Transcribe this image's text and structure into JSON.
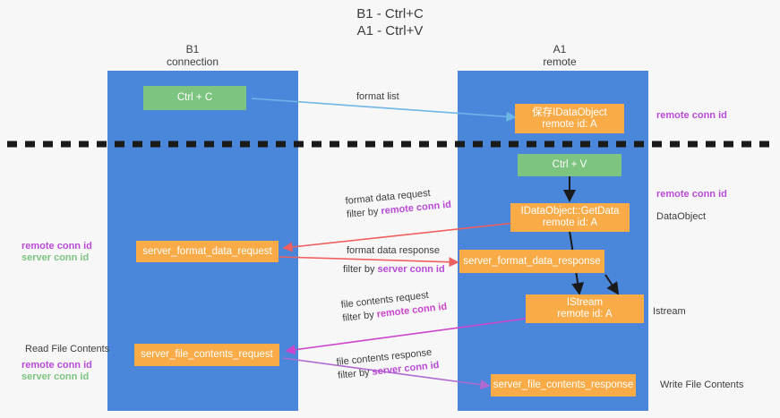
{
  "title": {
    "line1": "B1 - Ctrl+C",
    "line2": "A1 - Ctrl+V"
  },
  "columns": [
    {
      "name": "B1",
      "sub": "connection"
    },
    {
      "name": "A1",
      "sub": "remote"
    }
  ],
  "nodes": {
    "ctrl_c": "Ctrl + C",
    "ctrl_v": "Ctrl + V",
    "save_dataobject_line1": "保存IDataObject",
    "save_dataobject_line2": "remote id: A",
    "getdata_line1": "IDataObject::GetData",
    "getdata_line2": "remote id: A",
    "istream_line1": "IStream",
    "istream_line2": "remote id: A",
    "server_format_data_request": "server_format_data_request",
    "server_format_data_response": "server_format_data_response",
    "server_file_contents_request": "server_file_contents_request",
    "server_file_contents_response": "server_file_contents_response"
  },
  "mid_labels": {
    "format_list": "format list",
    "format_data_request": "format data request",
    "format_data_request_filter_prefix": "filter by ",
    "format_data_request_filter_value": "remote conn id",
    "format_data_response": "format data response",
    "format_data_response_filter_prefix": "filter by ",
    "format_data_response_filter_value": "server conn id",
    "file_contents_request": "file contents request",
    "file_contents_request_filter_prefix": "filter by ",
    "file_contents_request_filter_value": "remote conn id",
    "file_contents_response": "file contents response",
    "file_contents_response_filter_prefix": "filter by ",
    "file_contents_response_filter_value": "server conn id"
  },
  "right_labels": {
    "remote_conn_id_top": "remote conn id",
    "remote_conn_id_mid": "remote conn id",
    "dataobject": "DataObject",
    "istream": "Istream",
    "write_file_contents": "Write File Contents"
  },
  "left_labels": {
    "remote_conn_id_1": "remote conn id",
    "server_conn_id_1": "server conn id",
    "read_file_contents": "Read File Contents",
    "remote_conn_id_2": "remote conn id",
    "server_conn_id_2": "server conn id"
  },
  "colors": {
    "lane": "#4a86d9",
    "green_node": "#7cc47f",
    "orange_node": "#f9ab48",
    "pink_accent": "#b94bd8",
    "green_accent": "#7cc47f",
    "red_arrow": "#ef5f5f",
    "magenta_arrow": "#cc44cc",
    "purple_arrow": "#b06ad0",
    "blue_arrow": "#6fb6e8",
    "divider": "#1a1a1a",
    "background": "#f7f7f7"
  }
}
